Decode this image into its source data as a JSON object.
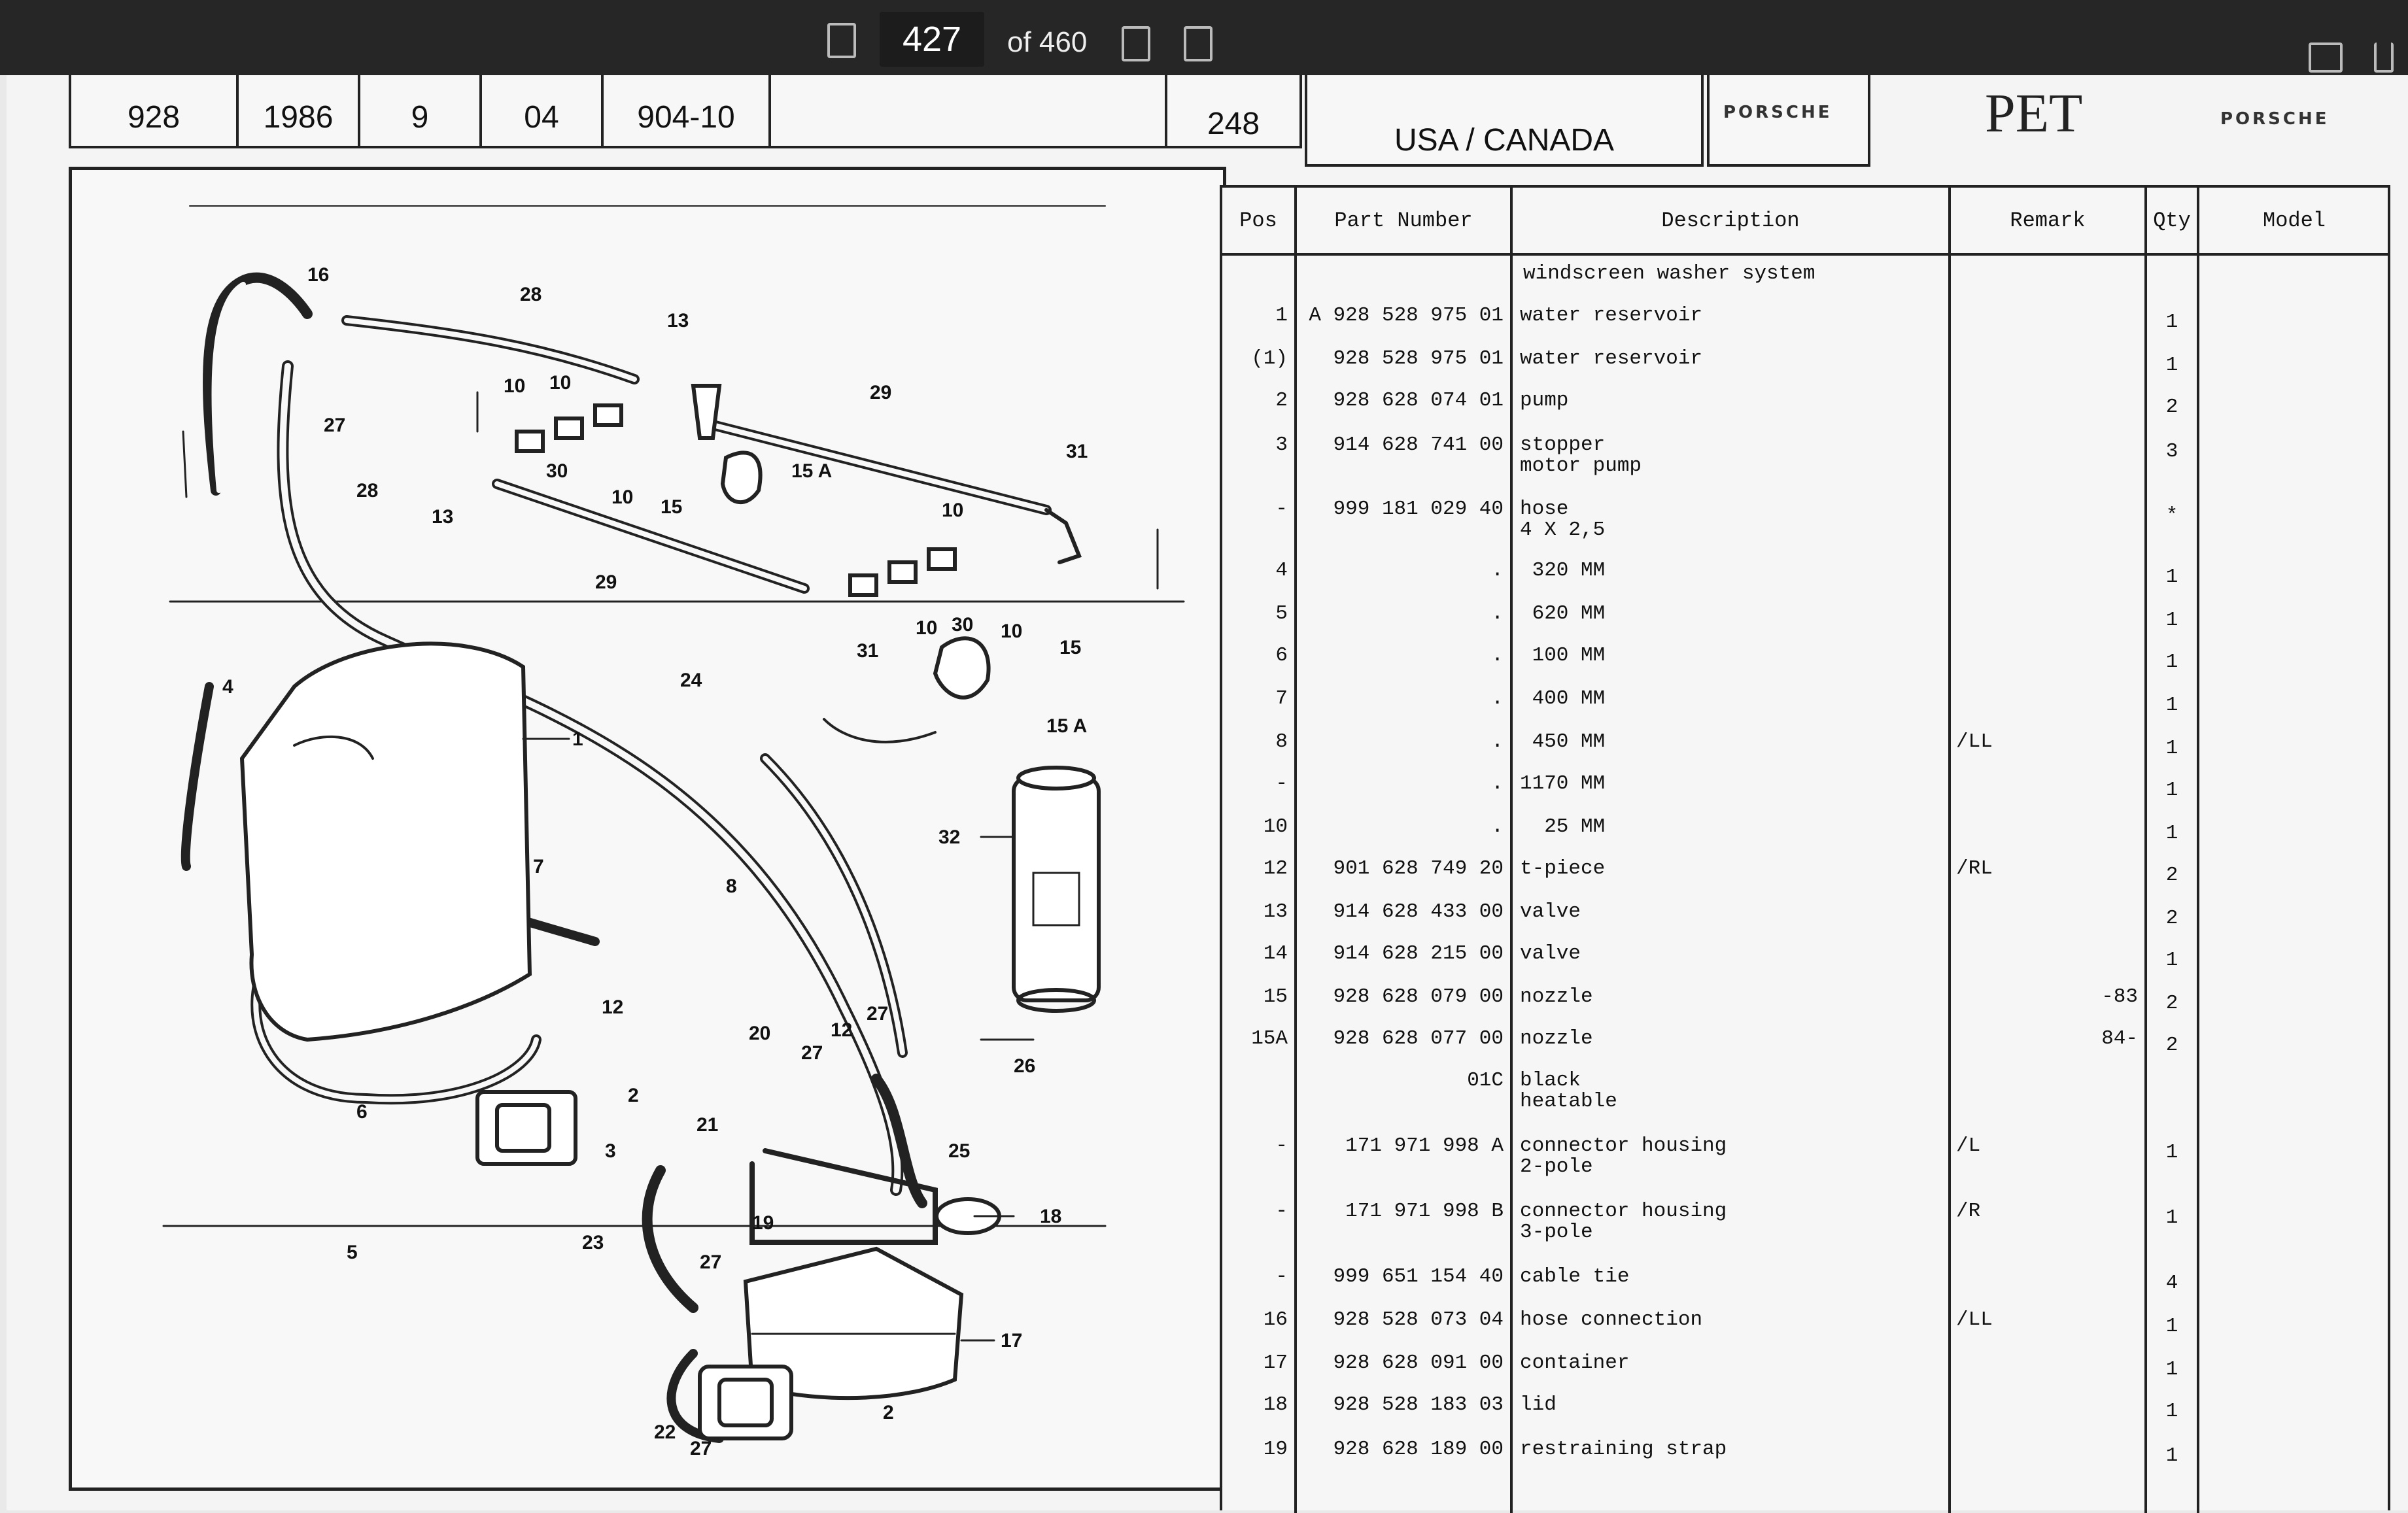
{
  "viewer": {
    "current_page": "427",
    "page_of": "of 460"
  },
  "header": {
    "model": "928",
    "year": "1986",
    "group": "9",
    "subgroup": "04",
    "illustration": "904-10",
    "page": "248",
    "region": "USA / CANADA",
    "brand_left": "PORSCHE",
    "pet": "PET",
    "brand_right": "PORSCHE"
  },
  "table": {
    "columns": {
      "pos": "Pos",
      "part": "Part Number",
      "desc": "Description",
      "remark": "Remark",
      "qty": "Qty",
      "model": "Model"
    },
    "title": "windscreen washer system",
    "rows": [
      {
        "pos": "1",
        "part": "A 928 528 975 01",
        "desc": "water reservoir",
        "desc2": "",
        "remark": "",
        "remark2": "",
        "qty": "1"
      },
      {
        "pos": "(1)",
        "part": "928 528 975 01",
        "desc": "water reservoir",
        "desc2": "",
        "remark": "",
        "remark2": "",
        "qty": "1"
      },
      {
        "pos": "2",
        "part": "928 628 074 01",
        "desc": "pump",
        "desc2": "",
        "remark": "",
        "remark2": "",
        "qty": "2"
      },
      {
        "pos": "3",
        "part": "914 628 741 00",
        "desc": "stopper",
        "desc2": "motor pump",
        "remark": "",
        "remark2": "",
        "qty": "3"
      },
      {
        "pos": "-",
        "part": "999 181 029 40",
        "desc": "hose",
        "desc2": "4 X 2,5",
        "remark": "",
        "remark2": "",
        "qty": "*"
      },
      {
        "pos": "4",
        "part": ".",
        "desc": " 320 MM",
        "desc2": "",
        "remark": "",
        "remark2": "",
        "qty": "1"
      },
      {
        "pos": "5",
        "part": ".",
        "desc": " 620 MM",
        "desc2": "",
        "remark": "",
        "remark2": "",
        "qty": "1"
      },
      {
        "pos": "6",
        "part": ".",
        "desc": " 100 MM",
        "desc2": "",
        "remark": "",
        "remark2": "",
        "qty": "1"
      },
      {
        "pos": "7",
        "part": ".",
        "desc": " 400 MM",
        "desc2": "",
        "remark": "",
        "remark2": "",
        "qty": "1"
      },
      {
        "pos": "8",
        "part": ".",
        "desc": " 450 MM",
        "desc2": "",
        "remark": "/LL",
        "remark2": "",
        "qty": "1"
      },
      {
        "pos": "-",
        "part": ".",
        "desc": "1170 MM",
        "desc2": "",
        "remark": "",
        "remark2": "",
        "qty": "1"
      },
      {
        "pos": "10",
        "part": ".",
        "desc": "  25 MM",
        "desc2": "",
        "remark": "",
        "remark2": "",
        "qty": "1"
      },
      {
        "pos": "12",
        "part": "901 628 749 20",
        "desc": "t-piece",
        "desc2": "",
        "remark": "/RL",
        "remark2": "",
        "qty": "2"
      },
      {
        "pos": "13",
        "part": "914 628 433 00",
        "desc": "valve",
        "desc2": "",
        "remark": "",
        "remark2": "",
        "qty": "2"
      },
      {
        "pos": "14",
        "part": "914 628 215 00",
        "desc": "valve",
        "desc2": "",
        "remark": "",
        "remark2": "",
        "qty": "1"
      },
      {
        "pos": "15",
        "part": "928 628 079 00",
        "desc": "nozzle",
        "desc2": "",
        "remark": "",
        "remark2": "-83",
        "qty": "2"
      },
      {
        "pos": "15A",
        "part": "928 628 077 00",
        "desc": "nozzle",
        "desc2": "",
        "remark": "",
        "remark2": "84-",
        "qty": "2"
      },
      {
        "pos": "",
        "part": "01C",
        "desc": "black",
        "desc2": "heatable",
        "remark": "",
        "remark2": "",
        "qty": ""
      },
      {
        "pos": "-",
        "part": "171 971 998 A",
        "desc": "connector housing",
        "desc2": "2-pole",
        "remark": "/L",
        "remark2": "",
        "qty": "1"
      },
      {
        "pos": "-",
        "part": "171 971 998 B",
        "desc": "connector housing",
        "desc2": "3-pole",
        "remark": "/R",
        "remark2": "",
        "qty": "1"
      },
      {
        "pos": "-",
        "part": "999 651 154 40",
        "desc": "cable tie",
        "desc2": "",
        "remark": "",
        "remark2": "",
        "qty": "4"
      },
      {
        "pos": "16",
        "part": "928 528 073 04",
        "desc": "hose connection",
        "desc2": "",
        "remark": "/LL",
        "remark2": "",
        "qty": "1"
      },
      {
        "pos": "17",
        "part": "928 628 091 00",
        "desc": "container",
        "desc2": "",
        "remark": "",
        "remark2": "",
        "qty": "1"
      },
      {
        "pos": "18",
        "part": "928 528 183 03",
        "desc": "lid",
        "desc2": "",
        "remark": "",
        "remark2": "",
        "qty": "1"
      },
      {
        "pos": "19",
        "part": "928 628 189 00",
        "desc": "restraining strap",
        "desc2": "",
        "remark": "",
        "remark2": "",
        "qty": "1"
      }
    ]
  },
  "callouts": [
    "16",
    "28",
    "13",
    "10",
    "10",
    "27",
    "29",
    "28",
    "13",
    "30",
    "10",
    "15",
    "15 A",
    "31",
    "10",
    "29",
    "31",
    "10",
    "30",
    "10",
    "15",
    "4",
    "24",
    "15 A",
    "1",
    "32",
    "7",
    "8",
    "12",
    "27",
    "20",
    "27",
    "12",
    "26",
    "6",
    "2",
    "21",
    "3",
    "25",
    "5",
    "23",
    "19",
    "18",
    "27",
    "17",
    "22",
    "27",
    "2"
  ]
}
